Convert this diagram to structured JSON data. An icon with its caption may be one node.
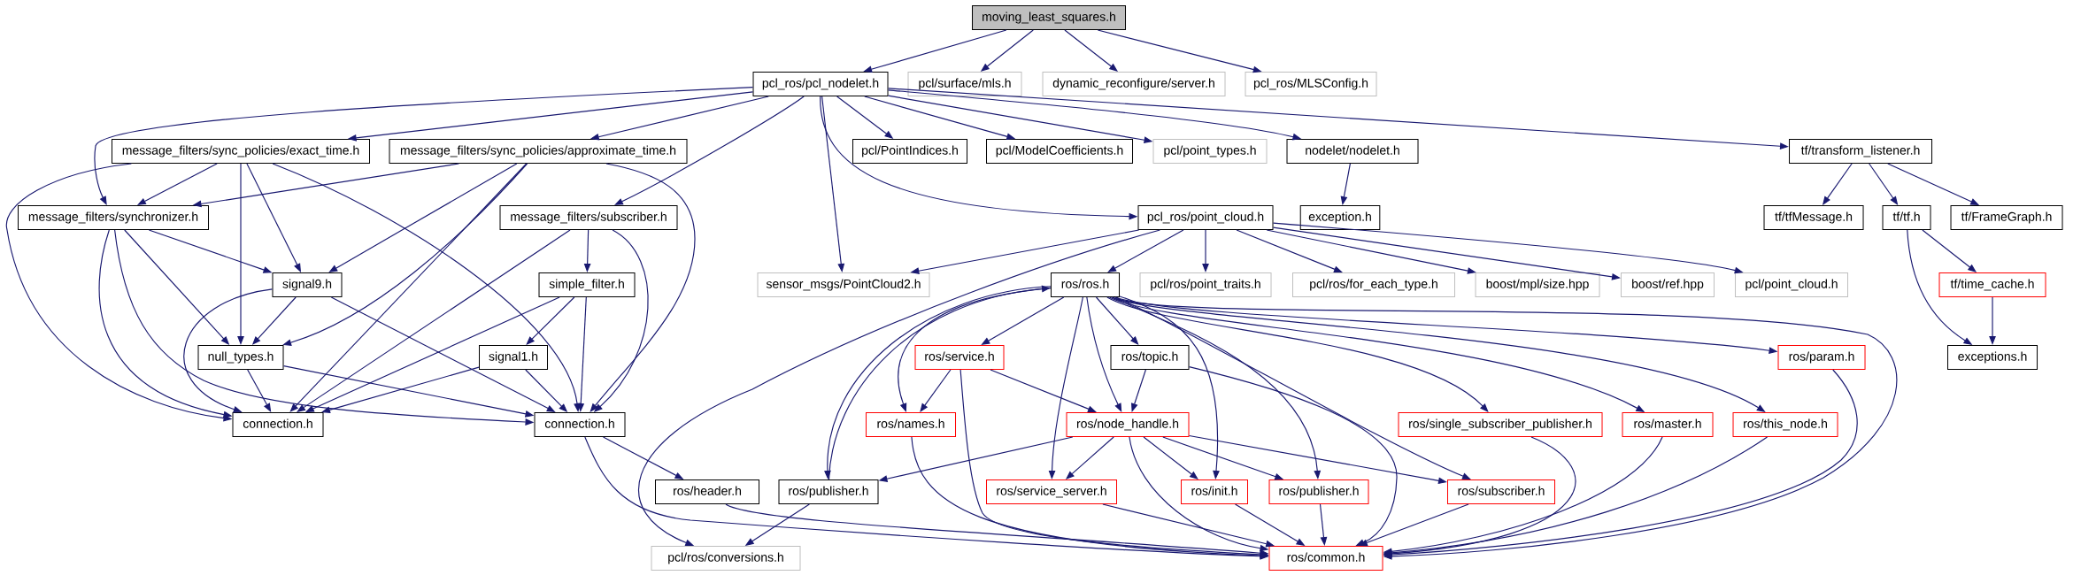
{
  "diagram": {
    "nodes": [
      {
        "text": [
          "moving_least_squares.h"
        ]
      },
      {
        "text": [
          "pcl_ros/pcl_nodelet.h"
        ]
      },
      {
        "text": [
          "pcl/surface/mls.h"
        ]
      },
      {
        "text": [
          "dynamic_reconfigure/server.h"
        ]
      },
      {
        "text": [
          "pcl_ros/MLSConfig.h"
        ]
      },
      {
        "text": [
          "message_filters/sync_policies/exact_time.h"
        ]
      },
      {
        "text": [
          "message_filters/sync_policies/approximate_time.h"
        ]
      },
      {
        "text": [
          "pcl/PointIndices.h"
        ]
      },
      {
        "text": [
          "pcl/ModelCoefficients.h"
        ]
      },
      {
        "text": [
          "pcl/point_types.h"
        ]
      },
      {
        "text": [
          "nodelet/nodelet.h"
        ]
      },
      {
        "text": [
          "tf/transform_listener.h"
        ]
      },
      {
        "text": [
          "message_filters/synchronizer.h"
        ]
      },
      {
        "text": [
          "message_filters/subscriber.h"
        ]
      },
      {
        "text": [
          "pcl_ros/point_cloud.h"
        ]
      },
      {
        "text": [
          "exception.h"
        ]
      },
      {
        "text": [
          "tf/tfMessage.h"
        ]
      },
      {
        "text": [
          "tf/tf.h"
        ]
      },
      {
        "text": [
          "tf/FrameGraph.h"
        ]
      },
      {
        "text": [
          "signal9.h"
        ]
      },
      {
        "text": [
          "simple_filter.h"
        ]
      },
      {
        "text": [
          "sensor_msgs/PointCloud2.h"
        ]
      },
      {
        "text": [
          "ros/ros.h"
        ]
      },
      {
        "text": [
          "pcl/ros/point_traits.h"
        ]
      },
      {
        "text": [
          "pcl/ros/for_each_type.h"
        ]
      },
      {
        "text": [
          "boost/mpl/size.hpp"
        ]
      },
      {
        "text": [
          "boost/ref.hpp"
        ]
      },
      {
        "text": [
          "pcl/point_cloud.h"
        ]
      },
      {
        "text": [
          "tf/time_cache.h"
        ]
      },
      {
        "text": [
          "null_types.h"
        ]
      },
      {
        "text": [
          "signal1.h"
        ]
      },
      {
        "text": [
          "ros/service.h"
        ]
      },
      {
        "text": [
          "ros/topic.h"
        ]
      },
      {
        "text": [
          "ros/param.h"
        ]
      },
      {
        "text": [
          "exceptions.h"
        ]
      },
      {
        "text": [
          "connection.h"
        ]
      },
      {
        "text": [
          "connection.h"
        ]
      },
      {
        "text": [
          "ros/names.h"
        ]
      },
      {
        "text": [
          "ros/node_handle.h"
        ]
      },
      {
        "text": [
          "ros/single_subscriber_publisher.h"
        ]
      },
      {
        "text": [
          "ros/master.h"
        ]
      },
      {
        "text": [
          "ros/this_node.h"
        ]
      },
      {
        "text": [
          "ros/header.h"
        ]
      },
      {
        "text": [
          "ros/publisher.h"
        ]
      },
      {
        "text": [
          "ros/service_server.h"
        ]
      },
      {
        "text": [
          "ros/init.h"
        ]
      },
      {
        "text": [
          "ros/publisher.h"
        ]
      },
      {
        "text": [
          "ros/subscriber.h"
        ]
      },
      {
        "text": [
          "pcl/ros/conversions.h"
        ]
      },
      {
        "text": [
          "ros/common.h"
        ]
      }
    ],
    "edges": [
      {
        "from": 0,
        "to": 1,
        "arrow": "to"
      },
      {
        "from": 0,
        "to": 2,
        "arrow": "to"
      },
      {
        "from": 0,
        "to": 3,
        "arrow": "to"
      },
      {
        "from": 0,
        "to": 4,
        "arrow": "to"
      },
      {
        "from": 1,
        "to": 12,
        "arrow": "to"
      },
      {
        "from": 1,
        "to": 5,
        "arrow": "to"
      },
      {
        "from": 1,
        "to": 6,
        "arrow": "to"
      },
      {
        "from": 1,
        "to": 13,
        "arrow": "to"
      },
      {
        "from": 1,
        "to": 21,
        "arrow": "to"
      },
      {
        "from": 1,
        "to": 14,
        "arrow": "to"
      },
      {
        "from": 1,
        "to": 7,
        "arrow": "to"
      },
      {
        "from": 1,
        "to": 8,
        "arrow": "to"
      },
      {
        "from": 1,
        "to": 9,
        "arrow": "to"
      },
      {
        "from": 1,
        "to": 10,
        "arrow": "to"
      },
      {
        "from": 1,
        "to": 11,
        "arrow": "to"
      },
      {
        "from": 5,
        "to": 12,
        "arrow": "to"
      },
      {
        "from": 5,
        "to": 19,
        "arrow": "to"
      },
      {
        "from": 5,
        "to": 29,
        "arrow": "to"
      },
      {
        "from": 5,
        "to": 35,
        "arrow": "to"
      },
      {
        "from": 5,
        "to": 36,
        "arrow": "to"
      },
      {
        "from": 6,
        "to": 12,
        "arrow": "to"
      },
      {
        "from": 6,
        "to": 19,
        "arrow": "to"
      },
      {
        "from": 6,
        "to": 29,
        "arrow": "to"
      },
      {
        "from": 6,
        "to": 35,
        "arrow": "to"
      },
      {
        "from": 6,
        "to": 36,
        "arrow": "to"
      },
      {
        "from": 12,
        "to": 19,
        "arrow": "to"
      },
      {
        "from": 12,
        "to": 29,
        "arrow": "to"
      },
      {
        "from": 12,
        "to": 35,
        "arrow": "to"
      },
      {
        "from": 12,
        "to": 36,
        "arrow": "to"
      },
      {
        "from": 13,
        "to": 20,
        "arrow": "to"
      },
      {
        "from": 13,
        "to": 35,
        "arrow": "to"
      },
      {
        "from": 13,
        "to": 36,
        "arrow": "to"
      },
      {
        "from": 19,
        "to": 29,
        "arrow": "to"
      },
      {
        "from": 19,
        "to": 35,
        "arrow": "to"
      },
      {
        "from": 19,
        "to": 36,
        "arrow": "to"
      },
      {
        "from": 20,
        "to": 30,
        "arrow": "to"
      },
      {
        "from": 20,
        "to": 35,
        "arrow": "to"
      },
      {
        "from": 20,
        "to": 36,
        "arrow": "to"
      },
      {
        "from": 29,
        "to": 35,
        "arrow": "to"
      },
      {
        "from": 29,
        "to": 36,
        "arrow": "to"
      },
      {
        "from": 30,
        "to": 35,
        "arrow": "to"
      },
      {
        "from": 30,
        "to": 36,
        "arrow": "to"
      },
      {
        "from": 36,
        "to": 42,
        "arrow": "to"
      },
      {
        "from": 36,
        "to": 49,
        "arrow": "to"
      },
      {
        "from": 42,
        "to": 49,
        "arrow": "to"
      },
      {
        "from": 14,
        "to": 21,
        "arrow": "to"
      },
      {
        "from": 14,
        "to": 48,
        "arrow": "to"
      },
      {
        "from": 14,
        "to": 22,
        "arrow": "to"
      },
      {
        "from": 14,
        "to": 23,
        "arrow": "to"
      },
      {
        "from": 14,
        "to": 24,
        "arrow": "to"
      },
      {
        "from": 14,
        "to": 25,
        "arrow": "to"
      },
      {
        "from": 14,
        "to": 26,
        "arrow": "to"
      },
      {
        "from": 14,
        "to": 27,
        "arrow": "to"
      },
      {
        "from": 10,
        "to": 15,
        "arrow": "to"
      },
      {
        "from": 11,
        "to": 16,
        "arrow": "to"
      },
      {
        "from": 11,
        "to": 17,
        "arrow": "to"
      },
      {
        "from": 11,
        "to": 18,
        "arrow": "to"
      },
      {
        "from": 17,
        "to": 28,
        "arrow": "to"
      },
      {
        "from": 17,
        "to": 34,
        "arrow": "to"
      },
      {
        "from": 28,
        "to": 34,
        "arrow": "to"
      },
      {
        "from": 22,
        "to": 31,
        "arrow": "to"
      },
      {
        "from": 22,
        "to": 37,
        "arrow": "to"
      },
      {
        "from": 22,
        "to": 43,
        "arrow": "to"
      },
      {
        "from": 22,
        "to": 44,
        "arrow": "to"
      },
      {
        "from": 22,
        "to": 38,
        "arrow": "to"
      },
      {
        "from": 22,
        "to": 32,
        "arrow": "to"
      },
      {
        "from": 22,
        "to": 45,
        "arrow": "to"
      },
      {
        "from": 22,
        "to": 46,
        "arrow": "to"
      },
      {
        "from": 22,
        "to": 47,
        "arrow": "to"
      },
      {
        "from": 22,
        "to": 39,
        "arrow": "to"
      },
      {
        "from": 22,
        "to": 40,
        "arrow": "to"
      },
      {
        "from": 22,
        "to": 41,
        "arrow": "to"
      },
      {
        "from": 22,
        "to": 33,
        "arrow": "to"
      },
      {
        "from": 22,
        "to": 49,
        "arrow": "to"
      },
      {
        "from": 43,
        "to": 22,
        "arrow": "to"
      },
      {
        "from": 43,
        "to": 48,
        "arrow": "to"
      },
      {
        "from": 31,
        "to": 37,
        "arrow": "to"
      },
      {
        "from": 31,
        "to": 38,
        "arrow": "to"
      },
      {
        "from": 31,
        "to": 49,
        "arrow": "to"
      },
      {
        "from": 32,
        "to": 38,
        "arrow": "to"
      },
      {
        "from": 32,
        "to": 49,
        "arrow": "to"
      },
      {
        "from": 37,
        "to": 49,
        "arrow": "to"
      },
      {
        "from": 38,
        "to": 43,
        "arrow": "to"
      },
      {
        "from": 38,
        "to": 44,
        "arrow": "to"
      },
      {
        "from": 38,
        "to": 45,
        "arrow": "to"
      },
      {
        "from": 38,
        "to": 46,
        "arrow": "to"
      },
      {
        "from": 38,
        "to": 47,
        "arrow": "to"
      },
      {
        "from": 38,
        "to": 49,
        "arrow": "to"
      },
      {
        "from": 44,
        "to": 49,
        "arrow": "to"
      },
      {
        "from": 45,
        "to": 49,
        "arrow": "to"
      },
      {
        "from": 46,
        "to": 49,
        "arrow": "to"
      },
      {
        "from": 47,
        "to": 49,
        "arrow": "to"
      },
      {
        "from": 39,
        "to": 49,
        "arrow": "to"
      },
      {
        "from": 40,
        "to": 49,
        "arrow": "to"
      },
      {
        "from": 41,
        "to": 49,
        "arrow": "to"
      },
      {
        "from": 33,
        "to": 49,
        "arrow": "to"
      }
    ]
  }
}
